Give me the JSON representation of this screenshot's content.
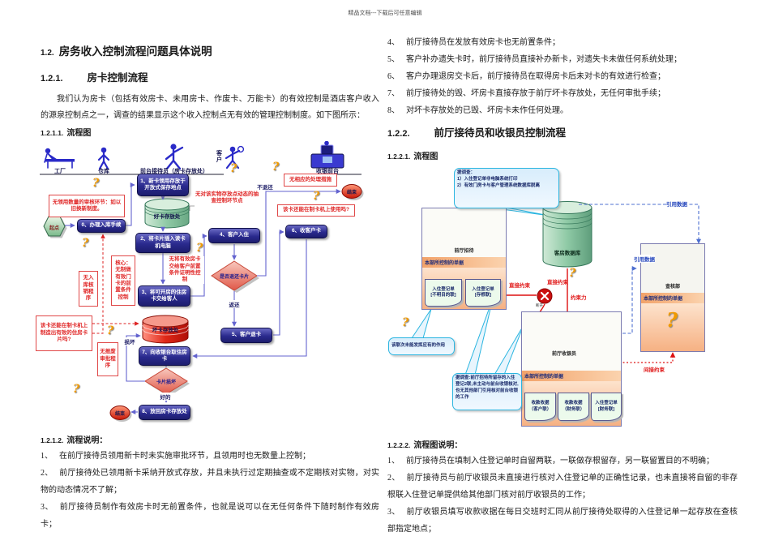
{
  "watermark": "精品文档---下载后可任意编辑",
  "left": {
    "h1_no": "1.2.",
    "h1": "房务收入控制流程问题具体说明",
    "h2_no": "1.2.1.",
    "h2": "房卡控制流程",
    "para": "我们认为房卡（包括有效房卡、未用房卡、作废卡、万能卡）的有效控制是酒店客户收入的源泉控制点之一，调查的结果显示这个收入控制点无有效的管理控制制度。如下图所示：",
    "h3a_no": "1.2.1.1.",
    "h3a": "流程图",
    "h3b_no": "1.2.1.2.",
    "h3b": "流程说明：",
    "items": [
      {
        "num": "1、",
        "text": "在前厅接待员领用新卡时未实施审批环节，且领用时也无数量上控制；"
      },
      {
        "num": "2、",
        "text": "前厅接待处已领用新卡采纳开放式存放，并且未执行过定期抽查或不定期核对实物，对实物的动态情况不了解；"
      },
      {
        "num": "3、",
        "text": "前厅接待员制作有效房卡时无前置条件，也就是说可以在无任何条件下随时制作有效房卡；"
      }
    ]
  },
  "right": {
    "items_top": [
      {
        "num": "4、",
        "text": "前厅接待员在发放有效房卡也无前置条件；"
      },
      {
        "num": "5、",
        "text": "客户补办遗失卡时，前厅接待员直接补办新卡，对遗失卡未做任何系统处理；"
      },
      {
        "num": "6、",
        "text": "客户办理退房交卡后，前厅接待员在取得房卡后未对卡的有效进行检查；"
      },
      {
        "num": "7、",
        "text": "前厅接待处的毁、坏房卡直接存放于前厅坏卡存放处，无任何审批手续；"
      },
      {
        "num": "8、",
        "text": "对坏卡存放处的已毁、坏房卡未作任何处理。"
      }
    ],
    "h2_no": "1.2.2.",
    "h2": "前厅接待员和收银员控制流程",
    "h3a_no": "1.2.2.1.",
    "h3a": "流程图",
    "h3b_no": "1.2.2.2.",
    "h3b": "流程图说明：",
    "items_bottom": [
      {
        "num": "1、",
        "text": "前厅接待员在填制入住登记单时自留两联，一联做存根留存，另一联留置目的不明确；"
      },
      {
        "num": "2、",
        "text": "前厅接待员与前厅收银员未直接进行核对入住登记单的正确性记录，也未直接将自留的非存根联入住登记单提供给其他部门核对前厅收银员的工作；"
      },
      {
        "num": "3、",
        "text": "前厅收银员填写收款收据在每日交班时汇同从前厅接待处取得的入住登记单一起存放在查核部指定地点；"
      }
    ]
  },
  "fc1": {
    "lanes": {
      "factory": "工厂",
      "warehouse": "仓库",
      "reception": "前台接待员（房卡存放处）",
      "customer": "客户",
      "cashier": "收银前台"
    },
    "nodes": {
      "start": "起点",
      "n0": "0、办理入库手续",
      "n1": "1、新卡领用存放于开放式保存地点",
      "good_store": "好卡存放处",
      "n2": "2、将卡片插入读卡机电脑",
      "n3": "3、将可开房的住房卡交给客人",
      "n4": "4、客户入住",
      "d1": "是否退还卡片",
      "n5": "5、客户退卡",
      "n6": "6、收客户卡",
      "n7": "7、向收银台取住房卡",
      "d2": "卡片损坏",
      "n8": "8、放回房卡存放处",
      "bad_store": "坏卡存放处",
      "end1": "结束",
      "end2": "结束"
    },
    "notes": {
      "a1": "无领用数量的审核环节：如以旧换新制度。",
      "a2": "无对该实物存放点动态的抽查控制环节点",
      "a3": "核心：无制做有效门卡的前置条件控制",
      "a4": "无入库核销程序",
      "a5": "无将有效房卡交给客户前置条件证明性控制",
      "a6": "无相应的处理措施",
      "a7": "该卡还能在制卡机上使用吗?",
      "a8": "该卡还能在制卡机上制造出有效的住房卡片吗?",
      "a9": "无报废审批程序"
    },
    "edges": {
      "no_return": "不退还",
      "return": "返还",
      "damaged": "损坏",
      "good": "好的"
    },
    "question_mark": "?"
  },
  "fc2": {
    "callout1_l1": "据调查：",
    "callout1_l2": "1）入住登记单非电脑系统打印",
    "callout1_l3": "2）有效门房卡与客户管理系统数据库脱离",
    "callout2": "该联次未能发挥应有的作用",
    "callout3": "据调查:前厅招待所留存的入住登记2联,未主动与前台收银核对,也无其他部门引用核对前台收银的工作",
    "reception": "前厅招待",
    "audit": "查核部",
    "cashier": "前厅收银员",
    "section_header": "本部所控制的单据",
    "db": "客房数据库",
    "docs": {
      "d1a1": "入住登记单",
      "d1a2": "[不明目的联]",
      "d1b1": "入住登记单",
      "d1b2": "[存根联]",
      "d2a1": "收款收据",
      "d2a2": "（客户联）",
      "d2b1": "收款收据",
      "d2b2": "（财务联）",
      "d2c1": "入住登记单",
      "d2c2": "[财务联]"
    },
    "labels": {
      "ref1": "引用数据",
      "ref2": "引用数据",
      "direct1": "直接约束",
      "direct2": "直接约束",
      "force": "约束力",
      "indirect": "间接约束",
      "broken": "断开"
    },
    "question_mark": "?"
  },
  "colors": {
    "accent_blue": "#2a2a8e",
    "accent_red": "#e02828",
    "accent_orange": "#f09a00",
    "accent_green": "#8ec9a5"
  }
}
